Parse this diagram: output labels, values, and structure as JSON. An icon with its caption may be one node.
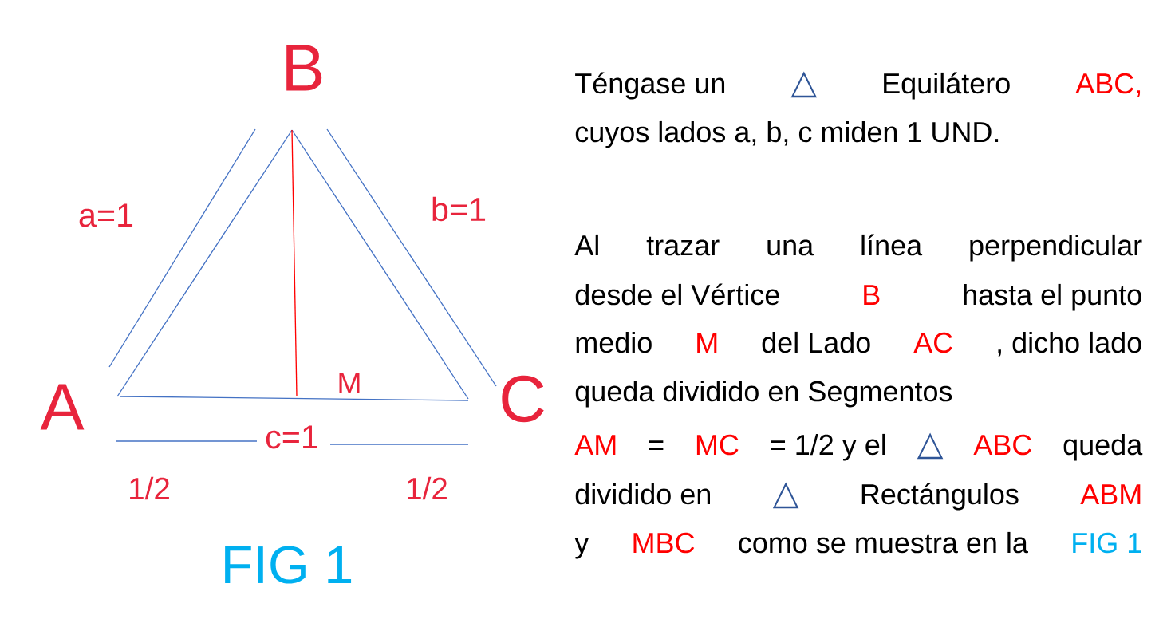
{
  "diagram": {
    "caption": "FIG 1",
    "labels": [
      "B",
      "a=1",
      "b=1",
      "A",
      "M",
      "C",
      "c=1",
      "1/2",
      "1/2",
      "Téngase un",
      "△",
      "Equilátero",
      "ABC,",
      "cuyos lados a, b, c miden 1 UND.",
      "Al trazar una línea perpendicular",
      "desde el Vértice",
      "B",
      "hasta el punto",
      "medio",
      "M",
      "del Lado",
      "AC",
      ", dicho lado",
      "queda dividido en Segmentos",
      "AM",
      "=",
      "MC",
      "= 1/2  y el",
      "△",
      "ABC",
      "queda",
      "dividido en",
      "△",
      "Rectángulos",
      "ABM",
      "y",
      "MBC",
      "como se muestra en la",
      "FIG 1"
    ]
  }
}
